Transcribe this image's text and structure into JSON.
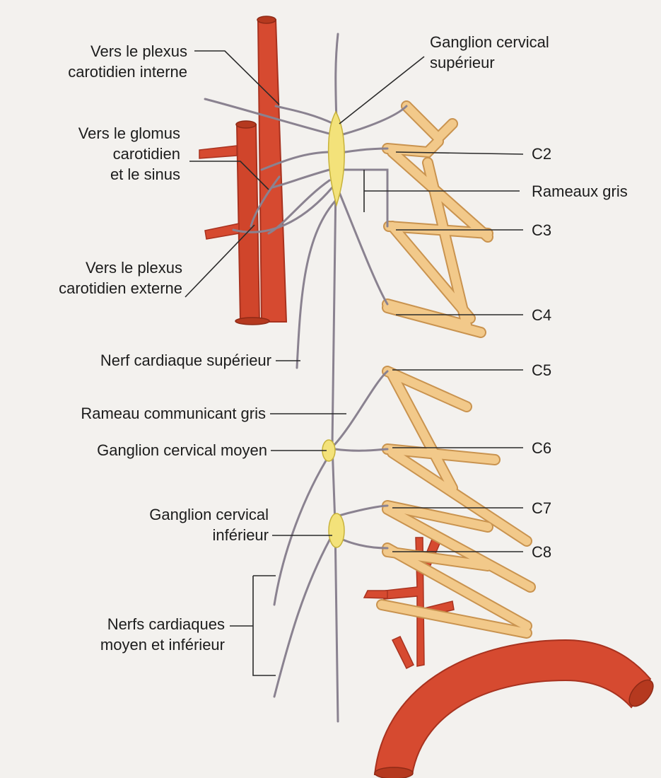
{
  "labels": {
    "plexus_interne": "Vers le plexus\ncarotidien interne",
    "glomus": "Vers le glomus\ncarotidien\net le sinus",
    "plexus_externe": "Vers le plexus\ncarotidien externe",
    "nerf_cardiaque_sup": "Nerf cardiaque supérieur",
    "rameau_communicant": "Rameau communicant gris",
    "ganglion_moyen": "Ganglion cervical moyen",
    "ganglion_inferieur": "Ganglion cervical\ninférieur",
    "nerfs_cardiaques": "Nerfs cardiaques\nmoyen et inférieur",
    "ganglion_superieur": "Ganglion cervical\nsupérieur",
    "c2": "C2",
    "rameaux_gris": "Rameaux gris",
    "c3": "C3",
    "c4": "C4",
    "c5": "C5",
    "c6": "C6",
    "c7": "C7",
    "c8": "C8"
  },
  "colors": {
    "artery": "#d64a30",
    "artery_dark": "#a8321f",
    "nerve_root": "#f2c98a",
    "nerve_root_edge": "#c9934f",
    "ganglion": "#f3e27a",
    "sympathetic_chain": "#8a8290",
    "leader": "#2a2a2a"
  }
}
